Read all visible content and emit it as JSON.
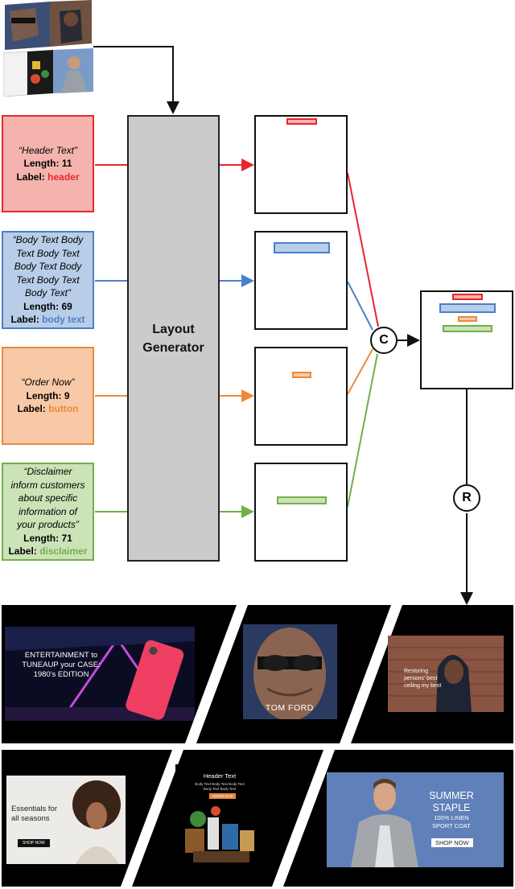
{
  "inputs": {
    "header": {
      "text": "“Header Text”",
      "length_label": "Length:",
      "length": "11",
      "label_prefix": "Label:",
      "label": "header",
      "color": "#e8262c"
    },
    "body": {
      "text_lines": [
        "“Body Text Body",
        "Text Body Text",
        "Body Text Body",
        "Text Body Text",
        "Body Text”"
      ],
      "length_label": "Length:",
      "length": "69",
      "label_prefix": "Label:",
      "label": "body text",
      "color": "#4a80c7"
    },
    "button": {
      "text": "“Order Now”",
      "length_label": "Length:",
      "length": "9",
      "label_prefix": "Label:",
      "label": "button",
      "color": "#e98a3c"
    },
    "disclaimer": {
      "text_lines": [
        "“Disclaimer",
        "inform customers",
        "about specific",
        "information of",
        "your products”"
      ],
      "length_label": "Length:",
      "length": "71",
      "label_prefix": "Label:",
      "label": "disclaimer",
      "color": "#72b04a"
    }
  },
  "generator": {
    "line1": "Layout",
    "line2": "Generator"
  },
  "operators": {
    "combine": "C",
    "render": "R"
  },
  "ads": {
    "phone": {
      "headline_lines": [
        "ENTERTAINMENT to",
        "TUNEAUP your CASE:",
        "1980's EDITION"
      ]
    },
    "tomford": {
      "brand": "TOM FORD"
    },
    "woman": {
      "text_lines": [
        "Restoring",
        "persons' best",
        "ceiling my best"
      ]
    },
    "curly": {
      "text_lines": [
        "Essentials for",
        "all seasons"
      ],
      "button": "SHOP NOW"
    },
    "food": {
      "header": "Header Text",
      "body_lines": [
        "Body Text Body Text Body Text",
        "Body Text Body Text"
      ],
      "button": "ORDER NOW"
    },
    "summer": {
      "line1": "SUMMER",
      "line2": "STAPLE",
      "line3": "100% LINEN",
      "line4": "SPORT COAT",
      "button": "SHOP NOW"
    }
  }
}
